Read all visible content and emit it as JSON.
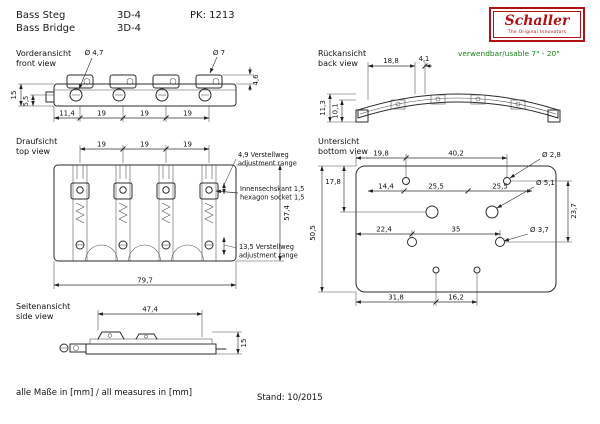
{
  "header": {
    "product_de": "Bass Steg",
    "product_en": "Bass Bridge",
    "model_de": "3D-4",
    "model_en": "3D-4",
    "pk": "PK: 1213",
    "logo_name": "Schaller",
    "logo_tagline": "The Original Innovators"
  },
  "front": {
    "label_de": "Vorderansicht",
    "label_en": "front view",
    "dia_47": "Ø 4,7",
    "dia_7": "Ø 7",
    "h_15": "15",
    "h_55": "5,5",
    "h_46": "4,6",
    "w_114": "11,4",
    "w_19a": "19",
    "w_19b": "19",
    "w_19c": "19"
  },
  "back": {
    "label_de": "Rückansicht",
    "label_en": "back view",
    "usable": "verwendbar/usable 7\" - 20\"",
    "w_188": "18,8",
    "w_41": "4,1",
    "h_113": "11,3",
    "h_101": "10,1"
  },
  "top": {
    "label_de": "Draufsicht",
    "label_en": "top view",
    "w_19a": "19",
    "w_19b": "19",
    "w_19c": "19",
    "ann_49_de": "4,9 Verstellweg",
    "ann_49_en": "adjustment range",
    "ann_hex_de": "Innensechskant 1,5",
    "ann_hex_en": "hexagon socket 1,5",
    "ann_135_de": "13,5 Verstellweg",
    "ann_135_en": "adjustment range",
    "h_574": "57,4",
    "w_797": "79,7"
  },
  "bottom": {
    "label_de": "Untersicht",
    "label_en": "bottom view",
    "w_198": "19,8",
    "w_402": "40,2",
    "dia_28": "Ø 2,8",
    "h_178": "17,8",
    "w_144": "14,4",
    "w_255a": "25,5",
    "w_255b": "25,5",
    "dia_51": "Ø 5,1",
    "h_237": "23,7",
    "h_505": "50,5",
    "w_224": "22,4",
    "w_35": "35",
    "dia_37": "Ø 3,7",
    "w_318": "31,8",
    "w_162": "16,2"
  },
  "side": {
    "label_de": "Seitenansicht",
    "label_en": "side view",
    "w_474": "47,4",
    "h_15": "15"
  },
  "footer": {
    "measures": "alle Maße in [mm] / all measures in [mm]",
    "date": "Stand: 10/2015"
  },
  "colors": {
    "line": "#2b2b2b",
    "accent_green": "#1c7c1c",
    "logo_red": "#b01217"
  }
}
